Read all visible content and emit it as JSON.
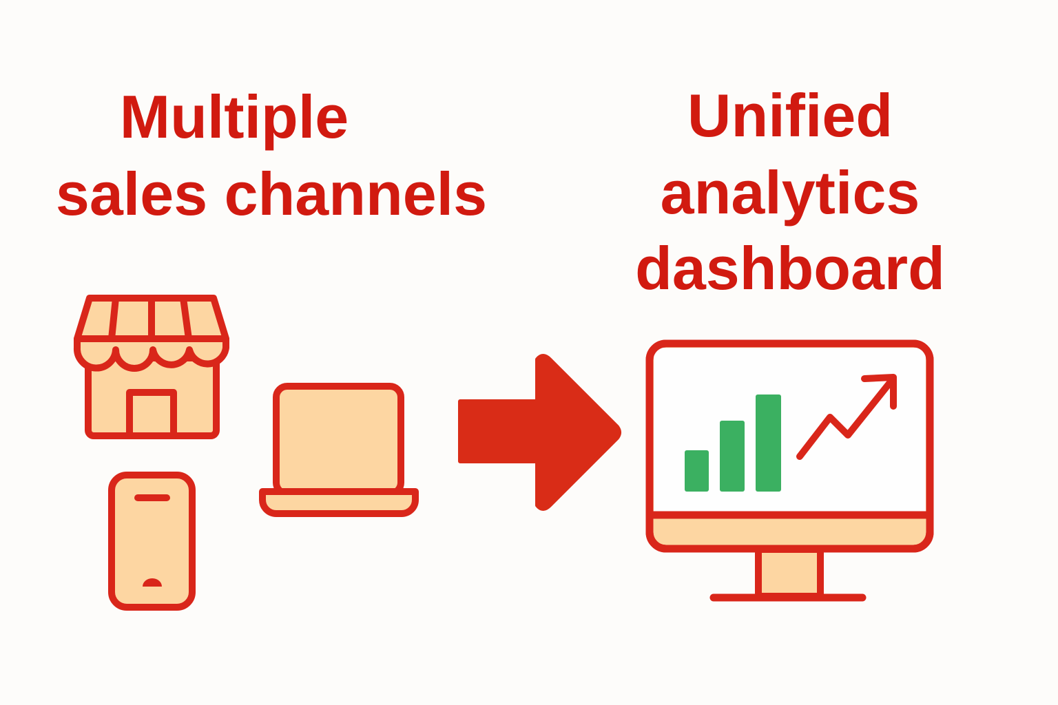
{
  "left_heading": {
    "line1": "Multiple",
    "line2": "sales channels"
  },
  "right_heading": {
    "line1": "Unified",
    "line2": "analytics",
    "line3": "dashboard"
  },
  "icons": [
    "storefront-icon",
    "smartphone-icon",
    "laptop-icon",
    "arrow-right-icon",
    "monitor-dashboard-icon"
  ],
  "colors": {
    "stroke": "#d9261a",
    "fill": "#fdd6a2",
    "text": "#d11a10",
    "bars": "#3bb061",
    "background": "#fdfcfa"
  }
}
